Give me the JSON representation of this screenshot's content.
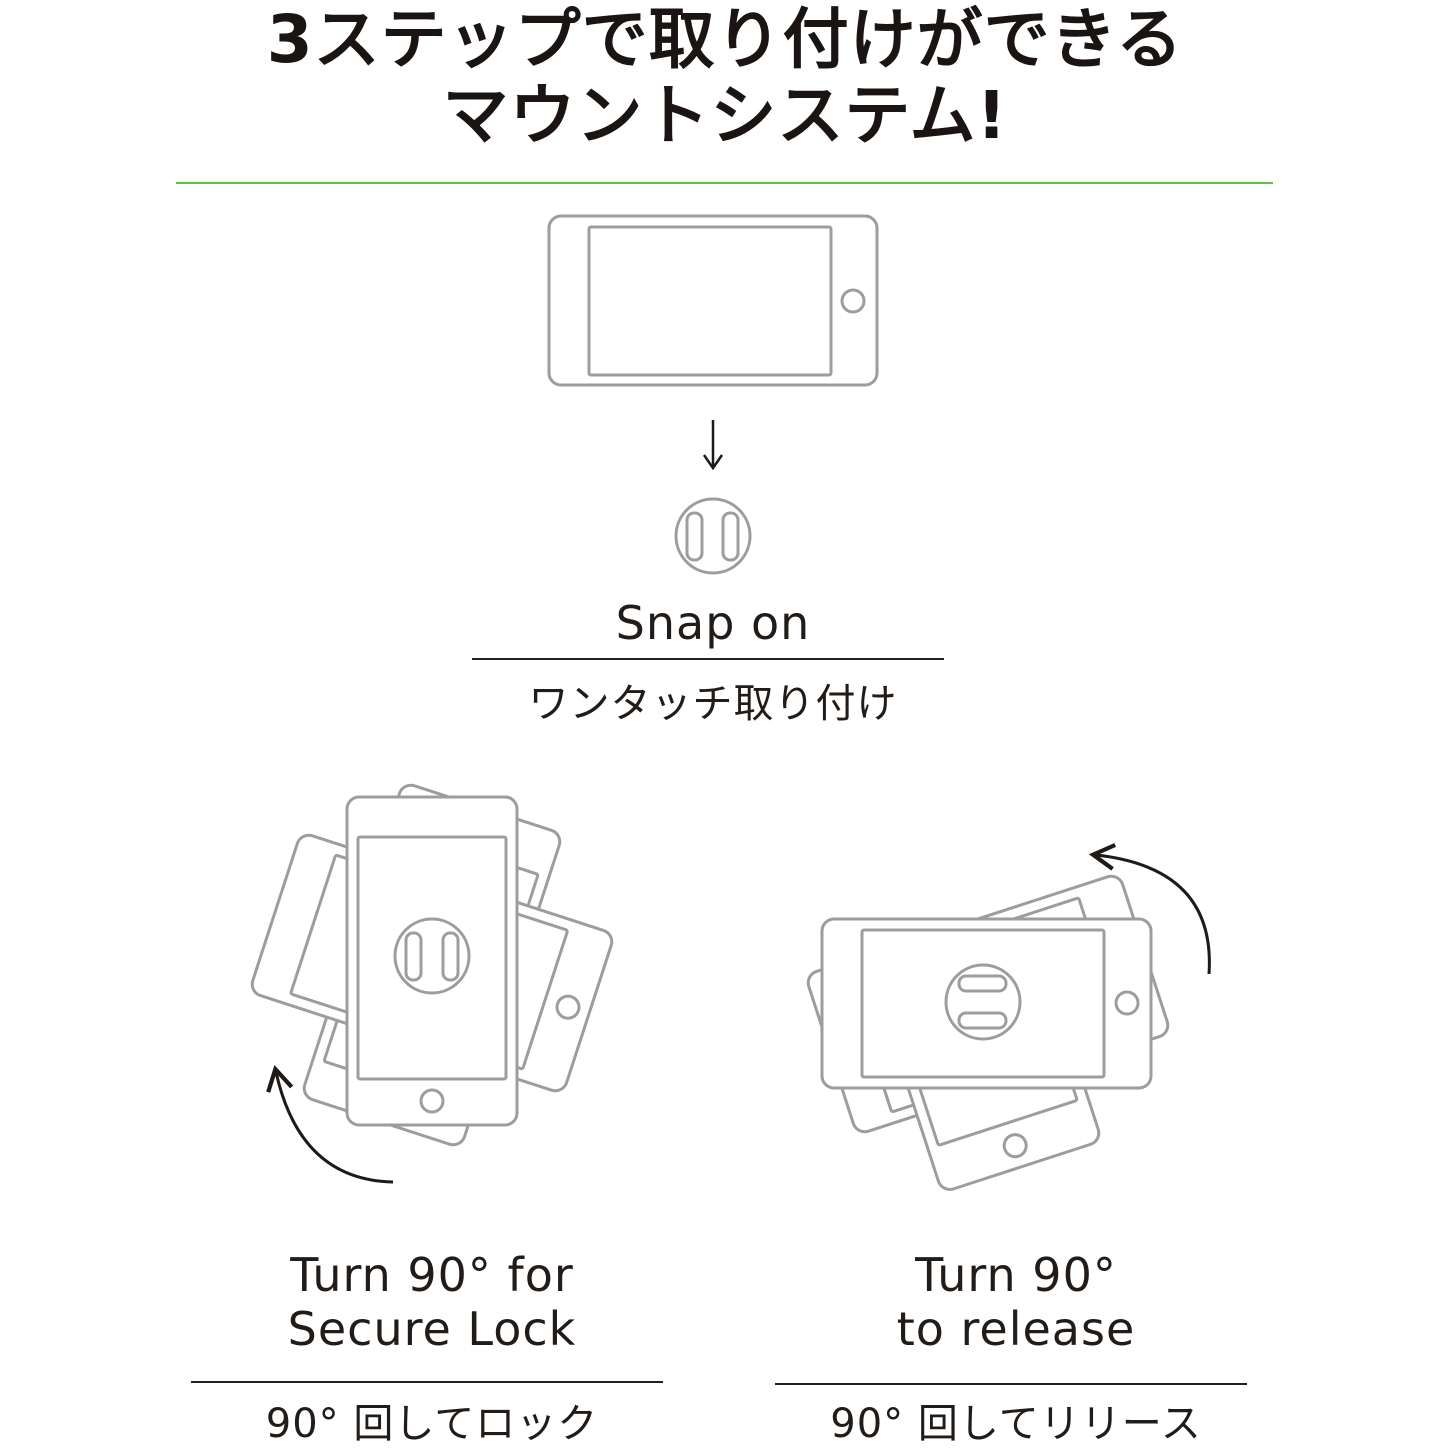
{
  "header": {
    "title_line_1": "3ステップで取り付けができる",
    "title_line_2": "マウントシステム!"
  },
  "steps": [
    {
      "caption_en": "Snap on",
      "caption_ja": "ワンタッチ取り付け"
    },
    {
      "caption_en_line_1": "Turn 90° for",
      "caption_en_line_2": "Secure Lock",
      "caption_ja": "90° 回してロック"
    },
    {
      "caption_en_line_1": "Turn 90°",
      "caption_en_line_2": "to release",
      "caption_ja": "90° 回してリリース"
    }
  ],
  "colors": {
    "accent_rule": "#5cc43f",
    "outline": "#9d9d9d",
    "text": "#1f1a17"
  }
}
